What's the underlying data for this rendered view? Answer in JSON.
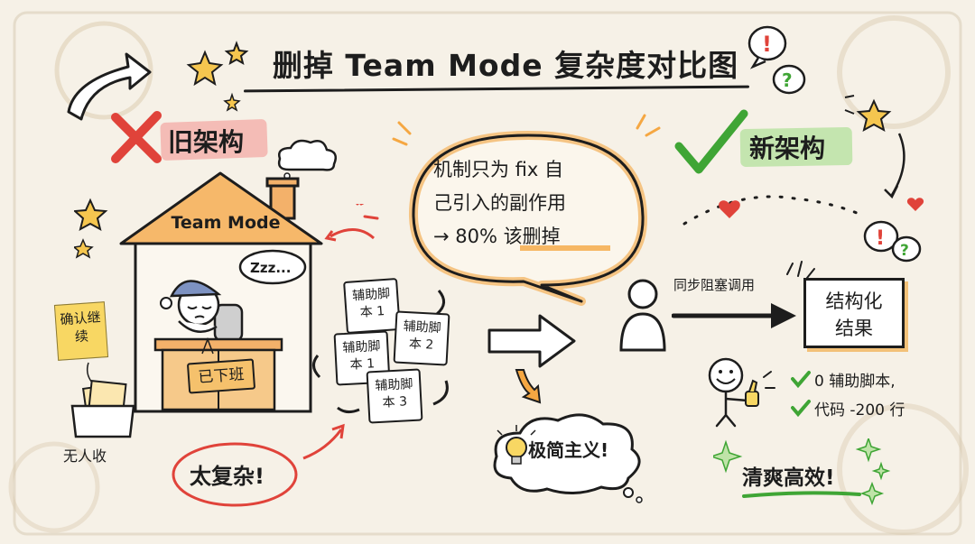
{
  "title": "删掉 Team Mode 复杂度对比图",
  "old": {
    "label": "旧架构",
    "house_label": "Team Mode",
    "zzz": "Zzz...",
    "off_duty_sign": "已下班",
    "sticky_note": "确认继续",
    "inbox_label": "无人收",
    "scripts": [
      {
        "line1": "辅助脚",
        "line2": "本 1"
      },
      {
        "line1": "辅助脚",
        "line2": "本 2"
      },
      {
        "line1": "辅助脚",
        "line2": "本 1"
      },
      {
        "line1": "辅助脚",
        "line2": "本 3"
      }
    ],
    "too_complex": "太复杂!"
  },
  "bubble": {
    "line1": "机制只为 fix 自",
    "line2": "己引入的副作用",
    "line3": "→ 80% 该删掉"
  },
  "minimalism": "极简主义!",
  "new": {
    "label": "新架构",
    "sync_label": "同步阻塞调用",
    "result_line1": "结构化",
    "result_line2": "结果",
    "checks": [
      "0 辅助脚本,",
      "代码 -200 行"
    ],
    "conclusion": "清爽高效!"
  },
  "colors": {
    "ink": "#1d1d1d",
    "red": "#e0433a",
    "green": "#3fa535",
    "orange": "#f5a742",
    "yellow": "#f8d763",
    "paper": "#f6f1e7"
  }
}
